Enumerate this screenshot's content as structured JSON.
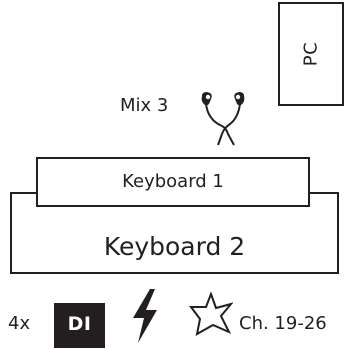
{
  "pc": {
    "label": "PC"
  },
  "mix": {
    "label": "Mix 3",
    "icon": "earphones-icon"
  },
  "keyboards": {
    "keyboard1": "Keyboard 1",
    "keyboard2": "Keyboard 2"
  },
  "outputs": {
    "count": "4x",
    "di_label": "DI",
    "power_icon": "lightning-icon",
    "fx_icon": "star-icon",
    "channels": "Ch. 19-26"
  },
  "colors": {
    "ink": "#231f20",
    "background": "#ffffff"
  }
}
